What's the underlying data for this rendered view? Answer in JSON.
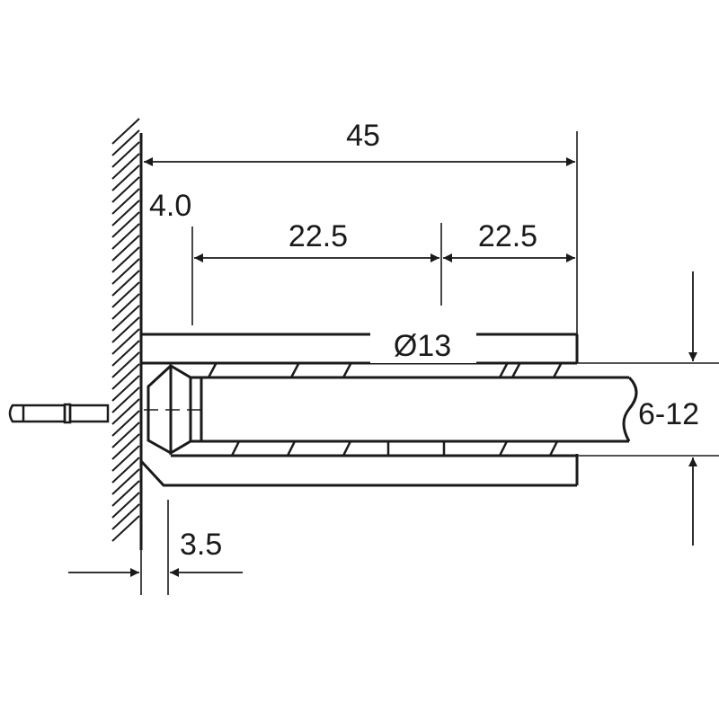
{
  "diagram": {
    "colors": {
      "ink": "#1a1a1a",
      "paper": "#ffffff"
    },
    "labels": {
      "overall_length": "45",
      "offset": "4.0",
      "segment_a": "22.5",
      "segment_b": "22.5",
      "diameter": "Ø13",
      "thickness": "6-12",
      "recess": "3.5"
    }
  }
}
